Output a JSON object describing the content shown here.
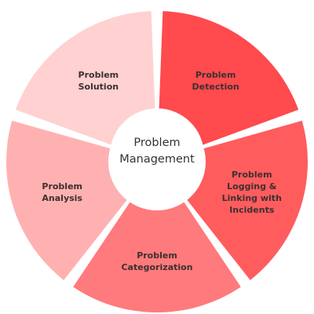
{
  "diagram": {
    "hub": {
      "label": "Problem\nManagement",
      "color": "#ffffff"
    },
    "segments": [
      {
        "id": "problem-detection",
        "label": "Problem\nDetection",
        "color": "#ff4a4e"
      },
      {
        "id": "problem-logging",
        "label": "Problem\nLogging &\nLinking with\nIncidents",
        "color": "#ff5c5e"
      },
      {
        "id": "problem-categorization",
        "label": "Problem\nCategorization",
        "color": "#ff7a7c"
      },
      {
        "id": "problem-analysis",
        "label": "Problem\nAnalysis",
        "color": "#ffb1b1"
      },
      {
        "id": "problem-solution",
        "label": "Problem\nSolution",
        "color": "#ffd1d1"
      }
    ]
  }
}
